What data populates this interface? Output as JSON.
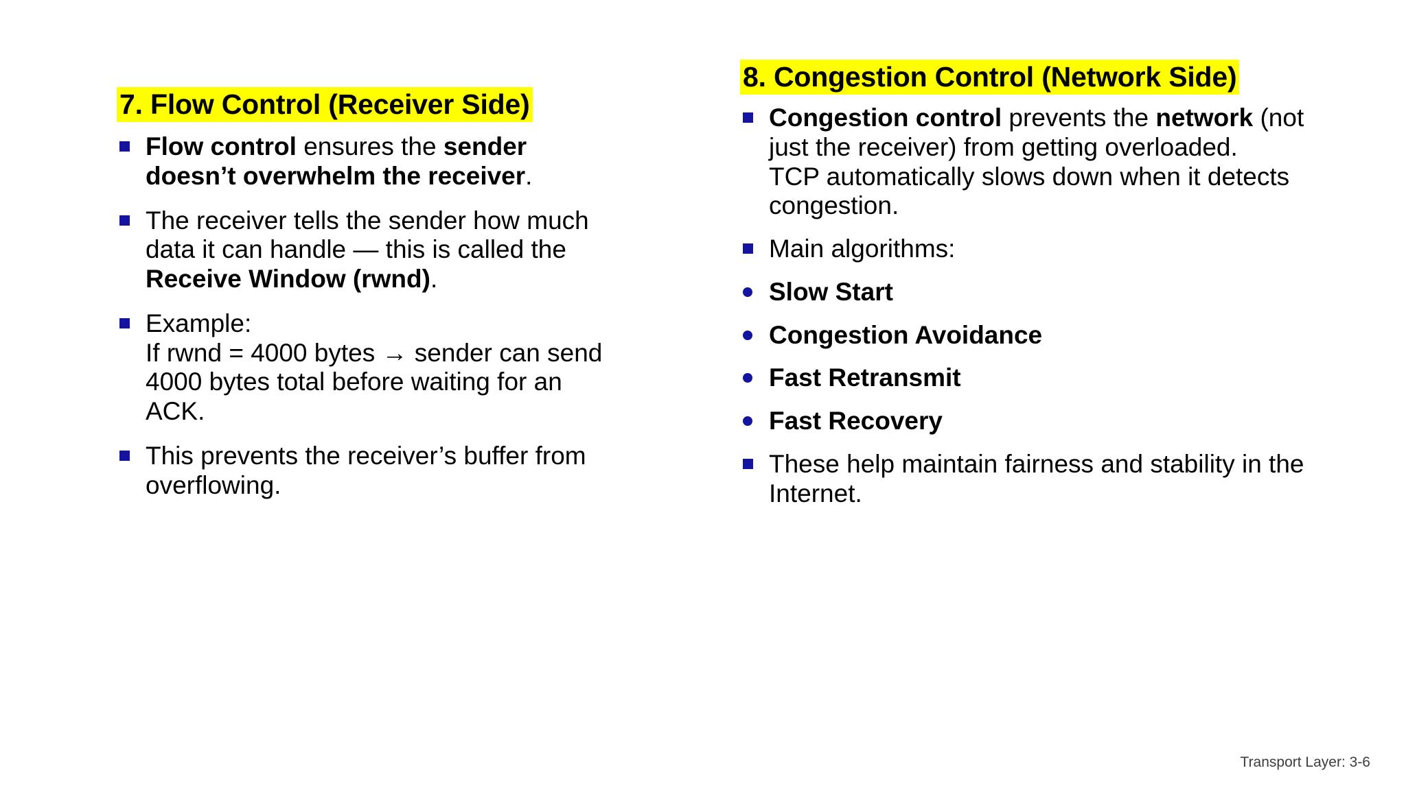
{
  "slide": {
    "background_color": "#FFFFFF",
    "highlight_color": "#FFFF00",
    "bullet_color": "#1414A0",
    "text_color": "#000000",
    "footer": "Transport Layer: 3-6"
  },
  "left_column": {
    "heading": "7. Flow Control (Receiver Side)",
    "bullets": [
      {
        "level": 1,
        "marker": "square-bullet",
        "runs": [
          {
            "text": "Flow control",
            "bold": true
          },
          {
            "text": " ensures the ",
            "bold": false
          },
          {
            "text": "sender doesn’t overwhelm the receiver",
            "bold": true
          },
          {
            "text": ".",
            "bold": false
          }
        ]
      },
      {
        "level": 1,
        "marker": "square-bullet",
        "runs": [
          {
            "text": "The receiver tells the sender how much data it can handle — this is called the ",
            "bold": false
          },
          {
            "text": "Receive Window (rwnd)",
            "bold": true
          },
          {
            "text": ".",
            "bold": false
          }
        ]
      },
      {
        "level": 1,
        "marker": "square-bullet",
        "runs": [
          {
            "text": "Example:\nIf rwnd = 4000 bytes → sender can send 4000 bytes total before waiting for an ACK.",
            "bold": false
          }
        ]
      },
      {
        "level": 1,
        "marker": "square-bullet",
        "runs": [
          {
            "text": "This prevents the receiver’s buffer from overflowing.",
            "bold": false
          }
        ]
      }
    ]
  },
  "right_column": {
    "heading": "8. Congestion Control (Network Side)",
    "bullets": [
      {
        "level": 1,
        "marker": "square-bullet",
        "runs": [
          {
            "text": "Congestion control",
            "bold": true
          },
          {
            "text": " prevents the ",
            "bold": false
          },
          {
            "text": "network",
            "bold": true
          },
          {
            "text": " (not just the receiver) from getting overloaded.\nTCP automatically slows down when it detects congestion.",
            "bold": false
          }
        ]
      },
      {
        "level": 1,
        "marker": "square-bullet",
        "runs": [
          {
            "text": "Main algorithms:",
            "bold": false
          }
        ]
      },
      {
        "level": 2,
        "marker": "round-bullet",
        "runs": [
          {
            "text": "Slow Start",
            "bold": true
          }
        ]
      },
      {
        "level": 2,
        "marker": "round-bullet",
        "runs": [
          {
            "text": "Congestion Avoidance",
            "bold": true
          }
        ]
      },
      {
        "level": 2,
        "marker": "round-bullet",
        "runs": [
          {
            "text": "Fast Retransmit",
            "bold": true
          }
        ]
      },
      {
        "level": 2,
        "marker": "round-bullet",
        "runs": [
          {
            "text": "Fast Recovery",
            "bold": true
          }
        ]
      },
      {
        "level": 1,
        "marker": "square-bullet",
        "runs": [
          {
            "text": "These help maintain fairness and stability in the Internet.",
            "bold": false
          }
        ]
      }
    ]
  }
}
